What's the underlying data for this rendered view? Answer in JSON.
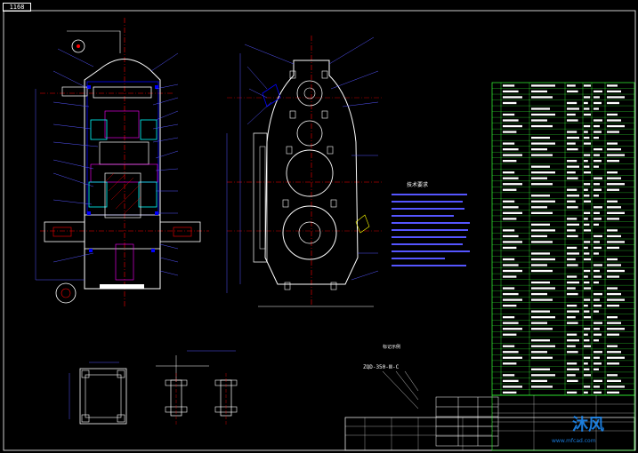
{
  "sheet": {
    "corner_label": "1168",
    "note_heading": "技术要求",
    "model_code": "ZQD-350-Ⅲ-C",
    "model_caption": "标记示例",
    "watermark_char": "沐风",
    "watermark_sub": "www.mfcad.com"
  },
  "colors": {
    "background": "#000000",
    "outline": "#ffffff",
    "hidden": "#0000ff",
    "center": "#ff0000",
    "leader": "#5555ff",
    "table": "#36ff36",
    "highlight": "#ff00ff",
    "accent": "#00ffff"
  }
}
